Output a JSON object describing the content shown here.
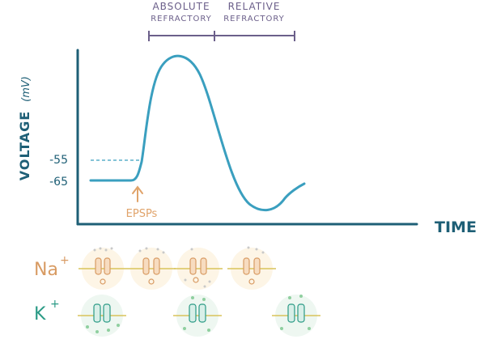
{
  "diagram": {
    "phase_labels": {
      "absolute_line1": "ABSOLUTE",
      "absolute_line2": "REFRACTORY",
      "relative_line1": "RELATIVE",
      "relative_line2": "REFRACTORY"
    },
    "axes": {
      "y_label_main": "VOLTAGE",
      "y_label_unit": "(mV)",
      "x_label": "TIME",
      "tick_threshold": "-55",
      "tick_resting": "-65"
    },
    "annotation": {
      "epsps": "EPSPs"
    },
    "ions": {
      "sodium": "Na",
      "potassium": "K",
      "charge": "+"
    },
    "colors": {
      "axis": "#1e5f76",
      "trace": "#3a9fbf",
      "refractory_bracket": "#6b5f8a",
      "annotation": "#e0a36a",
      "sodium": "#d89b63",
      "potassium": "#2a9a85",
      "membrane": "#d9c35a"
    }
  }
}
